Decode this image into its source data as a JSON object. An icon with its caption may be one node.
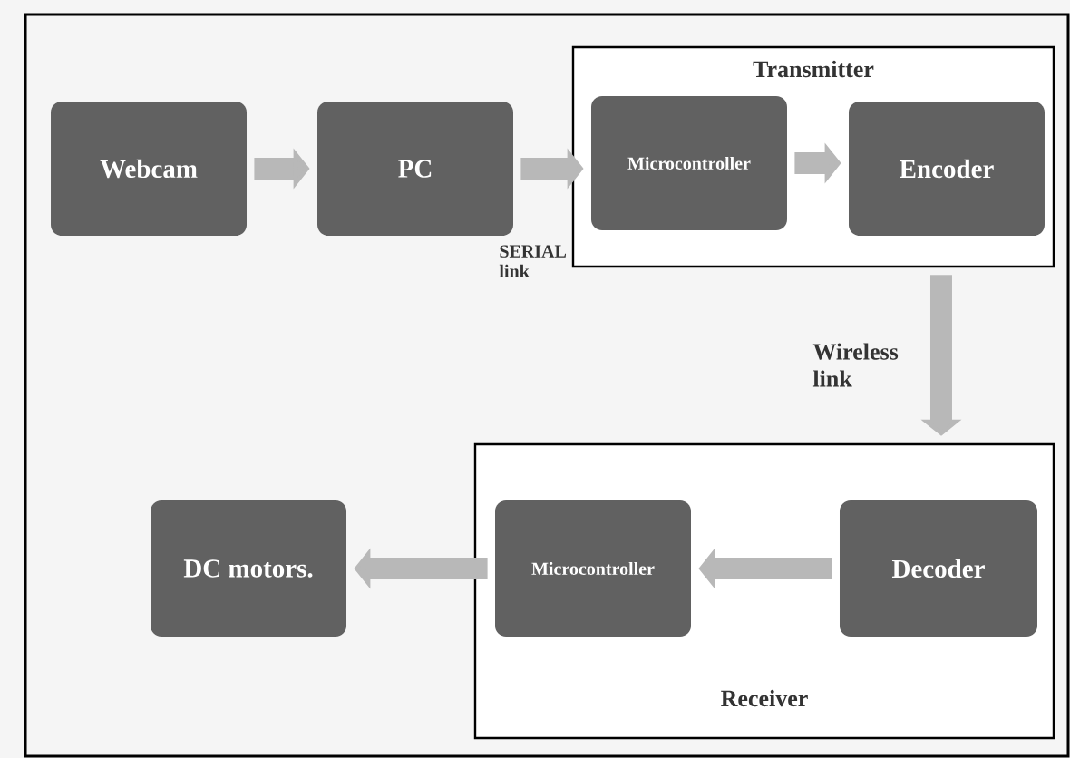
{
  "diagram": {
    "nodes": [
      {
        "text": [
          "Webcam"
        ]
      },
      {
        "text": [
          "PC"
        ]
      },
      {
        "text": [
          "Transmitter"
        ]
      },
      {
        "text": [
          "Microcontroller"
        ],
        "in": 2
      },
      {
        "text": [
          "Encoder"
        ],
        "in": 2
      },
      {
        "text": [
          "Receiver"
        ]
      },
      {
        "text": [
          "Decoder"
        ],
        "in": 5
      },
      {
        "text": [
          "Microcontroller"
        ],
        "in": 5
      },
      {
        "text": [
          "DC motors."
        ]
      }
    ],
    "edges": [
      {
        "from": 0,
        "to": 1,
        "arrow": "to"
      },
      {
        "from": 1,
        "to": 3,
        "arrow": "to",
        "label": "SERIAL link"
      },
      {
        "from": 3,
        "to": 4,
        "arrow": "to"
      },
      {
        "from": 2,
        "to": 5,
        "arrow": "to",
        "label": "Wireless link"
      },
      {
        "from": 6,
        "to": 7,
        "arrow": "to"
      },
      {
        "from": 7,
        "to": 8,
        "arrow": "to"
      }
    ]
  }
}
